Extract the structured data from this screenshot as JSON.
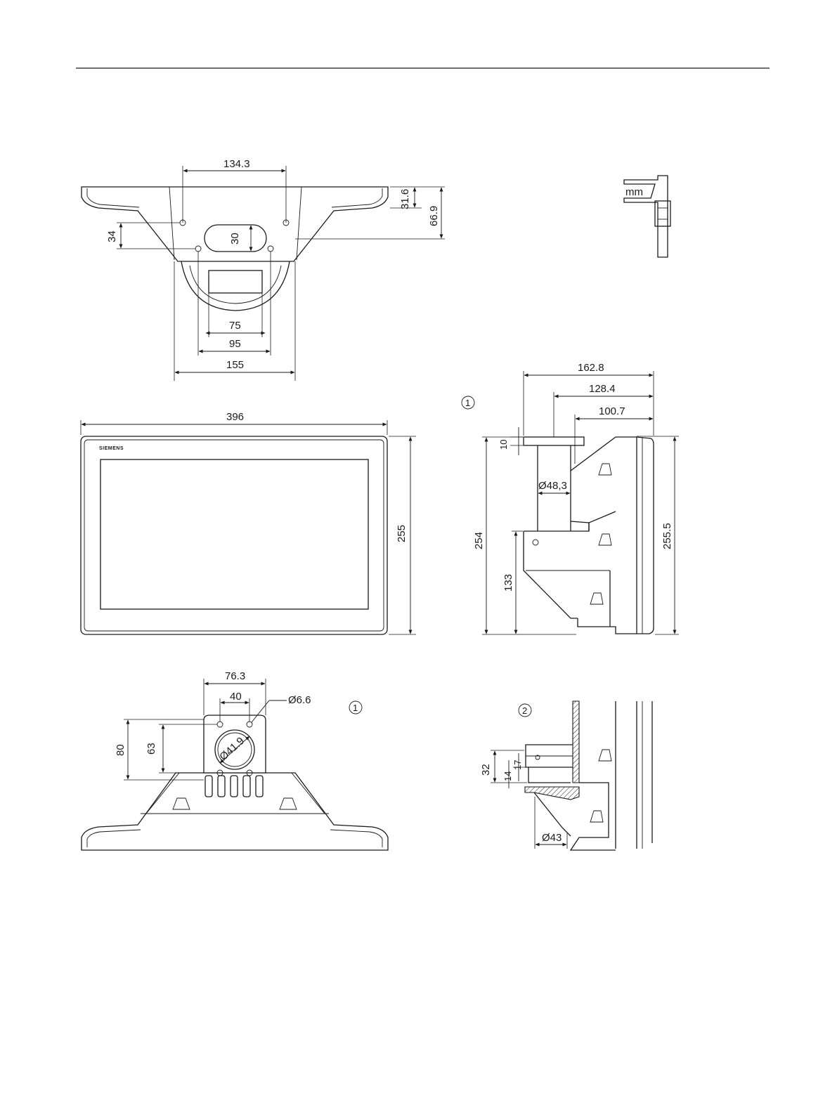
{
  "views": {
    "top": {
      "dims": [
        "134.3",
        "31.6",
        "66.9",
        "34",
        "30",
        "75",
        "95",
        "155"
      ]
    },
    "front": {
      "brand": "SIEMENS",
      "dims": [
        "396",
        "255"
      ]
    },
    "bottom": {
      "callout": "1",
      "dims": [
        "76.3",
        "40",
        "Ø6.6",
        "80",
        "63",
        "Ø41.9"
      ]
    },
    "side": {
      "callout": "1",
      "dims": [
        "162.8",
        "128.4",
        "100.7",
        "10",
        "Ø48,3",
        "254",
        "133",
        "255.5"
      ]
    },
    "detail": {
      "callout": "2",
      "dims": [
        "32",
        "14",
        "17",
        "Ø43"
      ]
    }
  },
  "unit_icon": {
    "label": "mm",
    "icon": "caliper-icon"
  }
}
